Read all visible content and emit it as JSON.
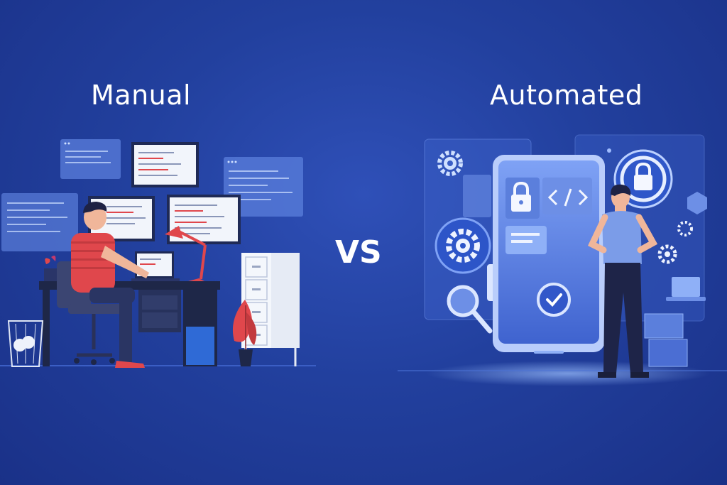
{
  "left_title": "Manual",
  "right_title": "Automated",
  "vs_text": "VS",
  "colors": {
    "background": "#22409e",
    "panel": "#4b6ed3",
    "accent_red": "#e0474c",
    "glow": "#8fb3ff"
  },
  "icons": [
    "lock-icon",
    "code-brackets-icon",
    "gear-icon",
    "magnifier-icon",
    "checkmark-icon"
  ]
}
